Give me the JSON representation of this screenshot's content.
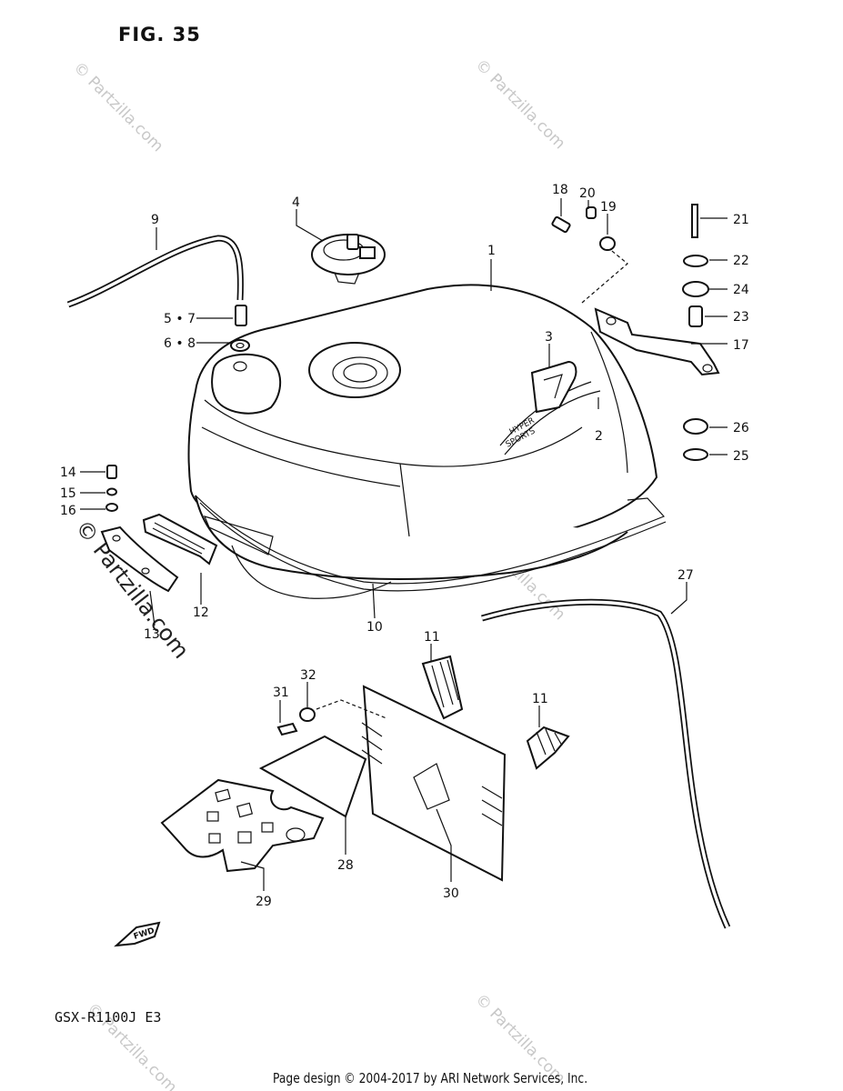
{
  "figure": {
    "title": "FIG. 35",
    "model": "GSX-R1100J  E3",
    "footer": "Page design © 2004-2017 by ARI Network Services, Inc.",
    "fwd_label": "FWD"
  },
  "watermarks": {
    "small": "© Partzilla.com",
    "large": "© Partzilla.com"
  },
  "tank_badge": {
    "line1": "HYPER",
    "line2": "SPORTS"
  },
  "callouts": [
    {
      "id": "c1",
      "label": "1"
    },
    {
      "id": "c2",
      "label": "2"
    },
    {
      "id": "c3",
      "label": "3"
    },
    {
      "id": "c4",
      "label": "4"
    },
    {
      "id": "c5",
      "label": "5 • 7"
    },
    {
      "id": "c6",
      "label": "6 • 8"
    },
    {
      "id": "c9",
      "label": "9"
    },
    {
      "id": "c10",
      "label": "10"
    },
    {
      "id": "c11a",
      "label": "11"
    },
    {
      "id": "c11b",
      "label": "11"
    },
    {
      "id": "c12",
      "label": "12"
    },
    {
      "id": "c13",
      "label": "13"
    },
    {
      "id": "c14",
      "label": "14"
    },
    {
      "id": "c15",
      "label": "15"
    },
    {
      "id": "c16",
      "label": "16"
    },
    {
      "id": "c17",
      "label": "17"
    },
    {
      "id": "c18",
      "label": "18"
    },
    {
      "id": "c19",
      "label": "19"
    },
    {
      "id": "c20",
      "label": "20"
    },
    {
      "id": "c21",
      "label": "21"
    },
    {
      "id": "c22",
      "label": "22"
    },
    {
      "id": "c23",
      "label": "23"
    },
    {
      "id": "c24",
      "label": "24"
    },
    {
      "id": "c25",
      "label": "25"
    },
    {
      "id": "c26",
      "label": "26"
    },
    {
      "id": "c27",
      "label": "27"
    },
    {
      "id": "c28",
      "label": "28"
    },
    {
      "id": "c29",
      "label": "29"
    },
    {
      "id": "c30",
      "label": "30"
    },
    {
      "id": "c31",
      "label": "31"
    },
    {
      "id": "c32",
      "label": "32"
    }
  ]
}
